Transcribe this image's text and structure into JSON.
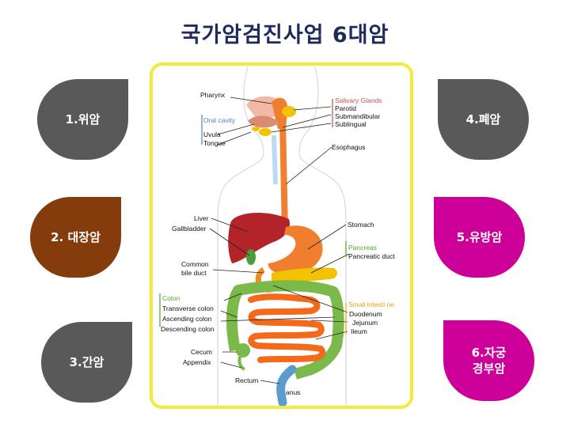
{
  "title": "국가암검진사업 6대암",
  "cancers": [
    {
      "label": "1.위암",
      "color": "#595959"
    },
    {
      "label": "2. 대장암",
      "color": "#843c0c"
    },
    {
      "label": "3.간암",
      "color": "#595959"
    },
    {
      "label": "4.폐암",
      "color": "#595959"
    },
    {
      "label": "5.유방암",
      "color": "#cc0099"
    },
    {
      "label": "6.자궁\n경부암",
      "color": "#cc0099"
    }
  ],
  "diagram": {
    "labels": {
      "pharynx": "Pharynx",
      "oral_cavity": "Oral cavity",
      "uvula": "Uvula",
      "tongue": "Tongue",
      "salivary_glands": "Salivary Glands",
      "parotid": "Parotid",
      "submandibular": "Submandibular",
      "sublingual": "Sublingual",
      "esophagus": "Esophagus",
      "liver": "Liver",
      "gallbladder": "Gallbladder",
      "stomach": "Stomach",
      "pancreas": "Pancreas",
      "pancreatic_duct": "Pancreatic duct",
      "common": "Common",
      "bile_duct": "bile duct",
      "colon": "Colon",
      "transverse_colon": "Transverse colon",
      "ascending_colon": "Ascending colon",
      "descending_colon": "Descending colon",
      "small_intestine": "Small Intesti ne",
      "duodenum": "Duodenum",
      "jejunum": "Jejunum",
      "ileum": "Ileum",
      "cecum": "Cecum",
      "appendix": "Appendix",
      "rectum": "Rectum",
      "anus": "anus"
    },
    "colors": {
      "salivary": "#c0504d",
      "oral_cavity": "#4f81bd",
      "pancreas": "#5aa02c",
      "colon": "#5aa02c",
      "small_intestine": "#e3a21a",
      "frame": "#f4ea3c"
    }
  }
}
